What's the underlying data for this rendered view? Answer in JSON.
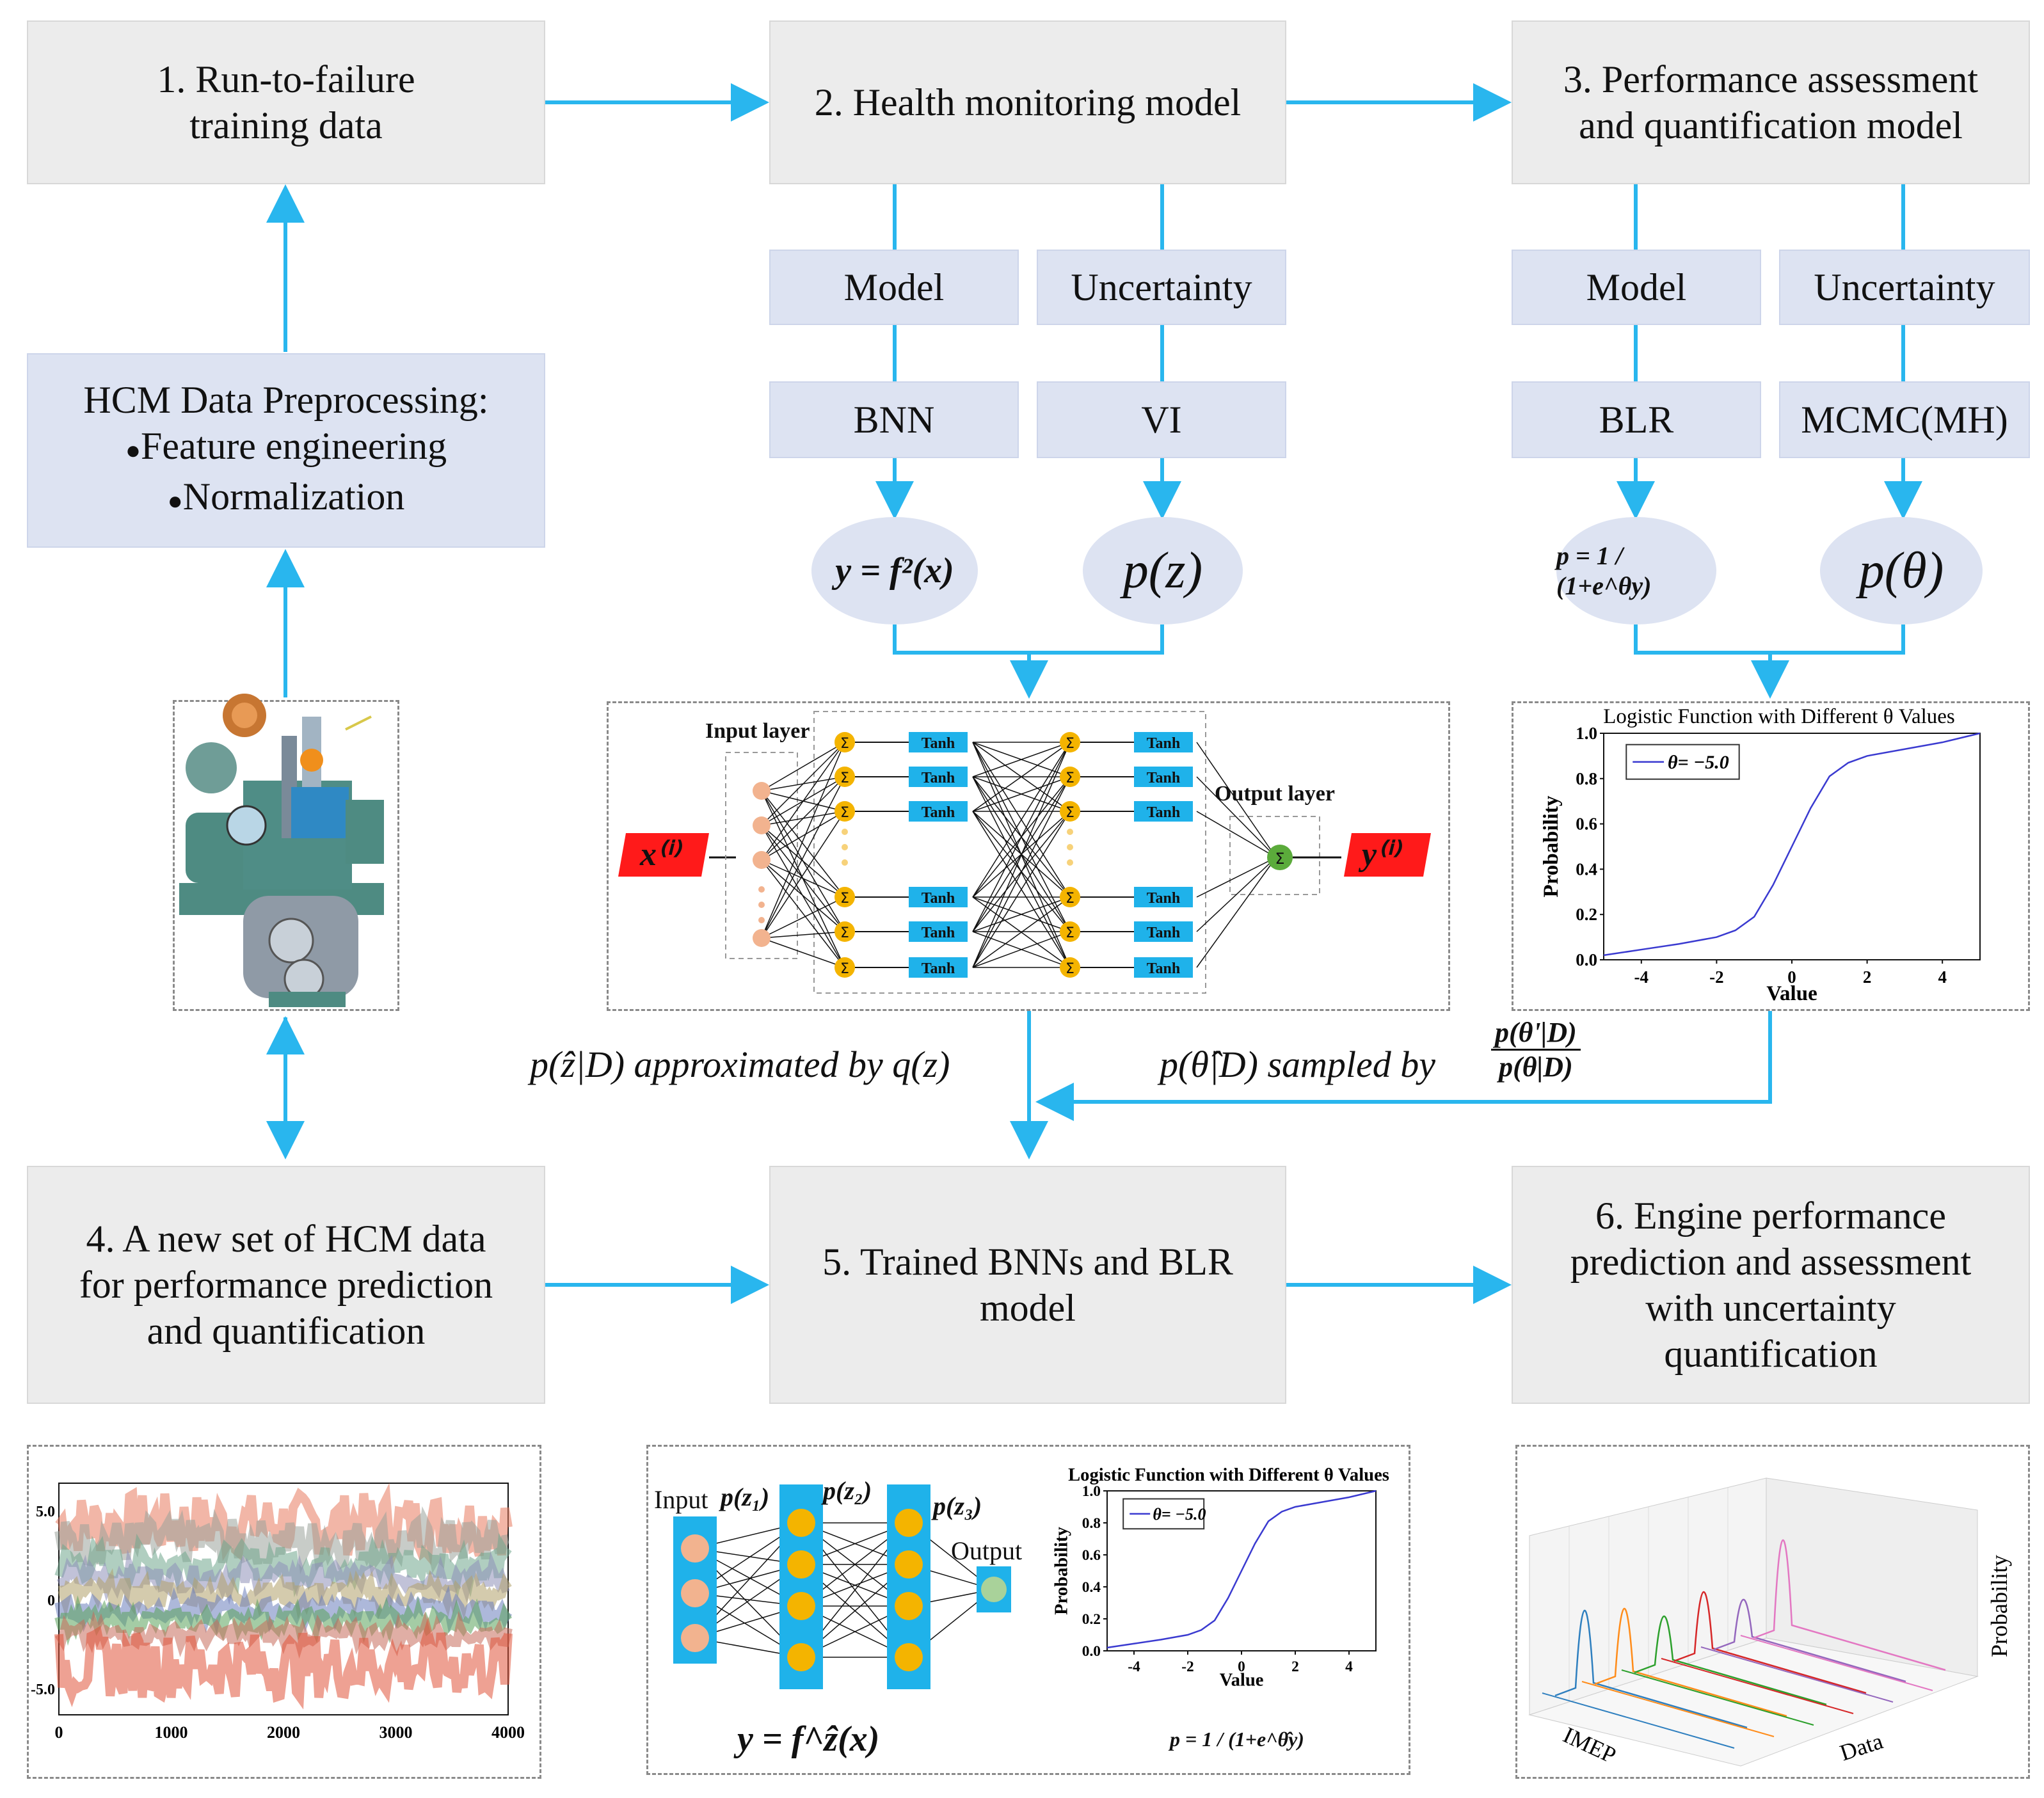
{
  "boxes": {
    "b1": "1. Run-to-failure\ntraining data",
    "b2": "2. Health monitoring model",
    "b3": "3. Performance assessment\nand quantification model",
    "b4": "4. A new set of HCM data\nfor performance prediction\nand quantification",
    "b5": "5. Trained BNNs and BLR\nmodel",
    "b6": "6. Engine performance\nprediction and assessment\nwith uncertainty\nquantification",
    "pre_title": "HCM Data Preprocessing:",
    "pre_item1": "Feature engineering",
    "pre_item2": "Normalization"
  },
  "sub": {
    "model": "Model",
    "uncertainty": "Uncertainty",
    "bnn": "BNN",
    "vi": "VI",
    "blr": "BLR",
    "mcmc": "MCMC(MH)"
  },
  "math": {
    "y_fx": "y = f²(x)",
    "pz": "p(z)",
    "p_logistic": "p = 1 / (1+e^θy)",
    "ptheta": "p(θ)",
    "approx_label": "p(ẑ|D) approximated by q(z)",
    "sampled_label": "p(θ̂|D) sampled by",
    "ratio_num": "p(θ'|D)",
    "ratio_den": "p(θ|D)"
  },
  "nn": {
    "input_layer": "Input layer",
    "output_layer": "Output layer",
    "x_in": "x⁽ⁱ⁾",
    "y_out": "y⁽ⁱ⁾",
    "tanh": "Tanh",
    "sigma": "Σ"
  },
  "chart_data": [
    {
      "type": "line",
      "title": "Logistic Function with Different  θ Values",
      "xlabel": "Value",
      "ylabel": "Probability",
      "xlim": [
        -5,
        5
      ],
      "ylim": [
        0,
        1
      ],
      "xticks": [
        "-4",
        "-2",
        "0",
        "2",
        "4"
      ],
      "yticks": [
        "0.0",
        "0.2",
        "0.4",
        "0.6",
        "0.8",
        "1.0"
      ],
      "legend": "θ= −5.0",
      "legend_position": "top-left",
      "series": [
        {
          "name": "θ= −5.0",
          "x": [
            -5,
            -4,
            -3,
            -2,
            -1.5,
            -1,
            -0.5,
            0,
            0.5,
            1,
            1.5,
            2,
            3,
            4,
            5
          ],
          "y": [
            0.02,
            0.045,
            0.07,
            0.1,
            0.13,
            0.19,
            0.33,
            0.5,
            0.67,
            0.81,
            0.87,
            0.9,
            0.93,
            0.96,
            1.0
          ]
        }
      ],
      "color": "#3a3ad0"
    },
    {
      "type": "line",
      "title": "Logistic Function with Different  θ Values",
      "xlabel": "Value",
      "ylabel": "Probability",
      "xlim": [
        -5,
        5
      ],
      "ylim": [
        0,
        1
      ],
      "xticks": [
        "-4",
        "-2",
        "0",
        "2",
        "4"
      ],
      "yticks": [
        "0.0",
        "0.2",
        "0.4",
        "0.6",
        "0.8",
        "1.0"
      ],
      "legend": "θ= −5.0",
      "legend_position": "top-left",
      "series": [
        {
          "name": "θ= −5.0",
          "x": [
            -5,
            -4,
            -3,
            -2,
            -1.5,
            -1,
            -0.5,
            0,
            0.5,
            1,
            1.5,
            2,
            3,
            4,
            5
          ],
          "y": [
            0.02,
            0.045,
            0.07,
            0.1,
            0.13,
            0.19,
            0.33,
            0.5,
            0.67,
            0.81,
            0.87,
            0.9,
            0.93,
            0.96,
            1.0
          ]
        }
      ],
      "color": "#3a3ad0"
    },
    {
      "type": "line",
      "xticks": [
        "0",
        "1000",
        "2000",
        "3000",
        "4000"
      ],
      "yticks": [
        "5.0",
        "0",
        "-5.0"
      ],
      "xlim": [
        0,
        4000
      ],
      "ylim": [
        -6.5,
        6.5
      ]
    },
    {
      "type": "line",
      "xlabel": "IMEP",
      "ylabel": "Probability",
      "zlabel": "Data"
    }
  ],
  "small_bnn": {
    "input": "Input",
    "output": "Output",
    "pz1": "p(z₁)",
    "pz2": "p(z₂)",
    "pz3": "p(z₃)",
    "formula": "y = f^ẑ(x)",
    "p_formula": "p = 1 / (1+e^θ̂y)"
  },
  "colors": {
    "arrow": "#29b6ee",
    "tanh": "#1fb2ea",
    "neuron": "#f4b400",
    "input_node": "#f2b38f",
    "out_node": "#5bab3b",
    "red": "#ff1a1a"
  }
}
